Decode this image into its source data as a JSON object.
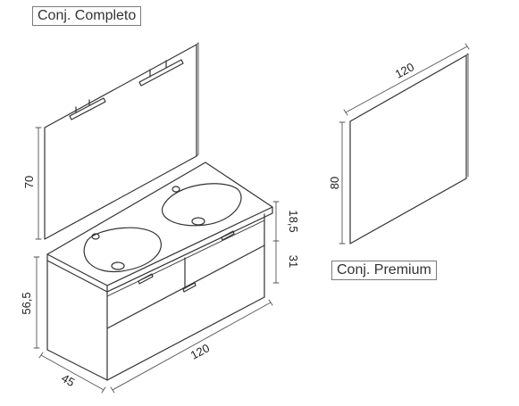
{
  "labels": {
    "conj_completo": "Conj. Completo",
    "conj_premium": "Conj. Premium"
  },
  "dimensions": {
    "mirror_height": "70",
    "premium_mirror_width": "120",
    "premium_mirror_height": "80",
    "top_height": "18,5",
    "drawer_height": "31",
    "cabinet_height": "56,5",
    "cabinet_width": "120",
    "cabinet_depth": "45"
  },
  "colors": {
    "line": "#333333",
    "dim_line": "#555555"
  }
}
